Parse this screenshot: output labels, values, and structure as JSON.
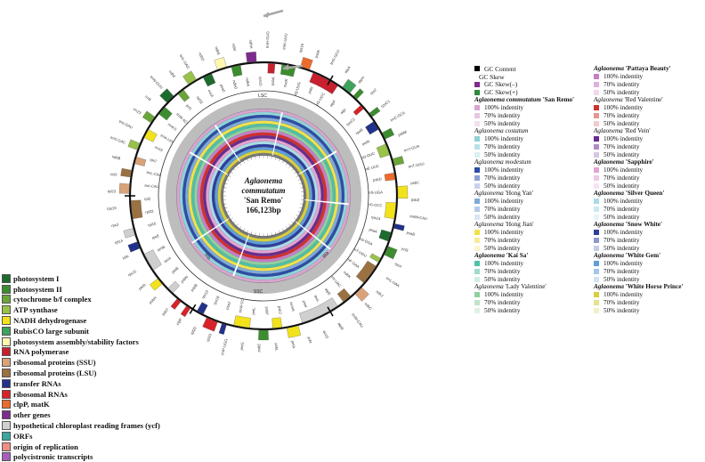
{
  "center": {
    "line1": "Aglaonema",
    "line2": "commutatum",
    "line3": "'San Remo'",
    "line4": "166,123bp"
  },
  "regions": {
    "lsc": "LSC",
    "ssc": "SSC",
    "ira": "IRa",
    "irb": "IRb"
  },
  "gene_labels": [
    "trnH-GUG",
    "psbA",
    "trnK-UUU",
    "matK",
    "rps16",
    "trnQ-UUG",
    "psbK",
    "psbI",
    "trnS-GCU",
    "trnG-UCC",
    "atpA",
    "atpF",
    "atpH",
    "atpI",
    "rps2",
    "rpoC2",
    "rpoC1",
    "rpoB",
    "trnC-GCA",
    "petN",
    "psbM",
    "trnD-GUC",
    "trnY-GUA",
    "trnE-UUC",
    "trnT-GGU",
    "psbD",
    "psbC",
    "trnS-UGA",
    "psbZ",
    "trnG-GCC",
    "trnfM-CAU",
    "rps14",
    "psaB",
    "psaA",
    "ycf3",
    "trnS-GGA",
    "rps4",
    "trnT-UGU",
    "trnL-UAA",
    "trnF-GAA",
    "ndhJ",
    "ndhK",
    "ndhC",
    "trnV-UAC",
    "trnM-CAU",
    "atpE",
    "atpB",
    "rbcL",
    "accD",
    "psaI",
    "ycf4",
    "cemA",
    "petA",
    "psbJ",
    "psbL",
    "psbF",
    "psbE",
    "petL",
    "petG",
    "trnW-CCA",
    "trnP-UGG",
    "psaJ",
    "rpl33",
    "rps18",
    "rpl20",
    "rps12",
    "clpP",
    "psbB",
    "psbT",
    "psbN",
    "psbH",
    "petB",
    "petD",
    "rpoA",
    "rps11",
    "rpl36",
    "infA",
    "rps8",
    "rpl14",
    "rpl16",
    "rps3",
    "rpl22",
    "rps19",
    "rpl2",
    "rpl23",
    "trnI-CAU",
    "ycf2",
    "trnL-CAA",
    "ndhB",
    "rps7",
    "trnV-GAC",
    "rrn16",
    "trnI-GAU",
    "trnA-UGC",
    "rrn23",
    "rrn4.5",
    "rrn5",
    "trnR-ACG",
    "trnN-GUU",
    "ycf1",
    "ndhF",
    "rpl32",
    "trnL-UAG",
    "ccsA",
    "ndhD",
    "psaC",
    "ndhE",
    "ndhG",
    "ndhI",
    "ndhA",
    "ndhH",
    "rps15"
  ],
  "left_legend": [
    {
      "label": "photosystem I",
      "color": "#1e6b2e"
    },
    {
      "label": "photosystem II",
      "color": "#3c8d2f"
    },
    {
      "label": "cytochrome b/f complex",
      "color": "#6aa53a"
    },
    {
      "label": "ATP synthase",
      "color": "#98c24a"
    },
    {
      "label": "NADH dehydrogenase",
      "color": "#f2e21b"
    },
    {
      "label": "RubisCO large subunit",
      "color": "#3da35d"
    },
    {
      "label": "photosystem assembly/stability factors",
      "color": "#fff6b0"
    },
    {
      "label": "RNA polymerase",
      "color": "#c8202f"
    },
    {
      "label": "ribosomal proteins (SSU)",
      "color": "#d9a37a"
    },
    {
      "label": "ribosomal proteins (LSU)",
      "color": "#9a7142"
    },
    {
      "label": "transfer RNAs",
      "color": "#21318c"
    },
    {
      "label": "ribosomal RNAs",
      "color": "#d6232a"
    },
    {
      "label": "clpP, matK",
      "color": "#ec6b2d"
    },
    {
      "label": "other genes",
      "color": "#7d2c8e"
    },
    {
      "label": "hypothetical chloroplast reading frames (ycf)",
      "color": "#cfcfcf"
    },
    {
      "label": "ORFs",
      "color": "#3aa7a1"
    },
    {
      "label": "origin of replication",
      "color": "#f08d85"
    },
    {
      "label": "polycistronic transcripts",
      "color": "#a65dbd"
    }
  ],
  "gc_legend": [
    {
      "label": "GC Content",
      "color": "#000000"
    },
    {
      "label": "GC Skew",
      "color": ""
    },
    {
      "label": "GC Skew(–)",
      "color": "#7d2c8e"
    },
    {
      "label": "GC Skew(+)",
      "color": "#2e8b3d"
    }
  ],
  "identity_labels": [
    "100% indentity",
    "70% indentity",
    "50% indentity"
  ],
  "samples_col1": [
    {
      "species": "Aglaonema commutatum",
      "cultivar": "'San Remo'",
      "bold": true,
      "colors": [
        "#d9a4cf",
        "#e6c8df",
        "#efe1ec"
      ]
    },
    {
      "species": "Aglaonema costatum",
      "cultivar": "",
      "bold": false,
      "colors": [
        "#8fd3d9",
        "#b8e3e7",
        "#dbf1f3"
      ]
    },
    {
      "species": "Aglaonema modestum",
      "cultivar": "",
      "bold": false,
      "colors": [
        "#2c4da6",
        "#8fa1d6",
        "#c9d1ec"
      ]
    },
    {
      "species": "Aglaonema",
      "cultivar": "'Hong Yan'",
      "bold": false,
      "colors": [
        "#7eaad8",
        "#b3cbe9",
        "#dbe6f4"
      ]
    },
    {
      "species": "Aglaonema",
      "cultivar": "'Hong Jian'",
      "bold": false,
      "colors": [
        "#f0e24b",
        "#f5ec9a",
        "#faf5cf"
      ]
    },
    {
      "species": "Aglaonema",
      "cultivar": "'Kai Sa'",
      "bold": true,
      "colors": [
        "#4fc1a5",
        "#9fdcca",
        "#d0eee5"
      ]
    },
    {
      "species": "Aglaonema",
      "cultivar": "'Lady Valentine'",
      "bold": false,
      "colors": [
        "#8fd1a2",
        "#bfe4c9",
        "#e0f2e5"
      ]
    }
  ],
  "samples_col2": [
    {
      "species": "Aglaonema",
      "cultivar": "'Pattaya Beauty'",
      "bold": true,
      "colors": [
        "#c77dc4",
        "#dcb1da",
        "#eed8ed"
      ]
    },
    {
      "species": "Aglaonema",
      "cultivar": "'Red Valentine'",
      "bold": false,
      "colors": [
        "#d0302f",
        "#e69492",
        "#f3caca"
      ]
    },
    {
      "species": "Aglaonema",
      "cultivar": "'Red Vein'",
      "bold": false,
      "colors": [
        "#6a2c8e",
        "#b08cc6",
        "#d8c6e3"
      ]
    },
    {
      "species": "Aglaonema",
      "cultivar": "'Sapphire'",
      "bold": true,
      "colors": [
        "#e3a3d4",
        "#eec8e5",
        "#f6e3f2"
      ]
    },
    {
      "species": "Aglaonema",
      "cultivar": "'Silver Queen'",
      "bold": true,
      "colors": [
        "#a9dbe8",
        "#cbe9f1",
        "#e5f4f8"
      ]
    },
    {
      "species": "Aglaonema",
      "cultivar": "'Snow White'",
      "bold": true,
      "colors": [
        "#2e3f9b",
        "#8d97cf",
        "#c6cbe8"
      ]
    },
    {
      "species": "Aglaonema",
      "cultivar": "'White Gem'",
      "bold": true,
      "colors": [
        "#5f9fd6",
        "#a4c6e7",
        "#d2e3f3"
      ]
    },
    {
      "species": "Aglaonema",
      "cultivar": "'White Horse Prince'",
      "bold": true,
      "colors": [
        "#d9cf3a",
        "#e8e18f",
        "#f3f0c7"
      ]
    }
  ]
}
